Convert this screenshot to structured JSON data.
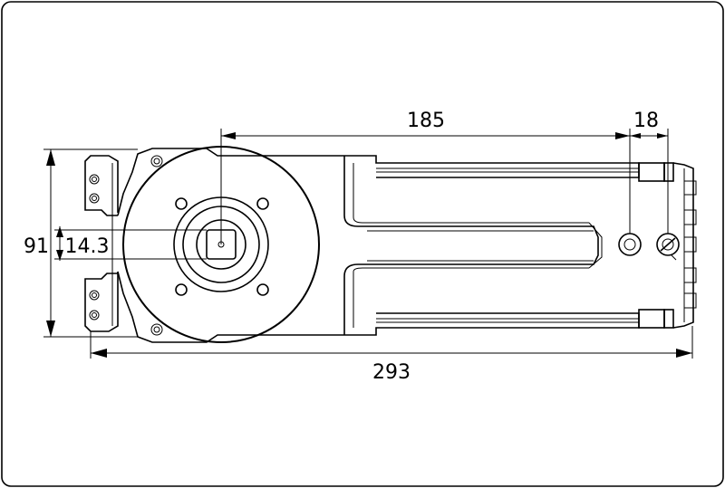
{
  "drawing": {
    "dimensions": {
      "length_185": "185",
      "length_18": "18",
      "length_293": "293",
      "height_91": "91",
      "spindle_14_3": "14.3"
    }
  }
}
